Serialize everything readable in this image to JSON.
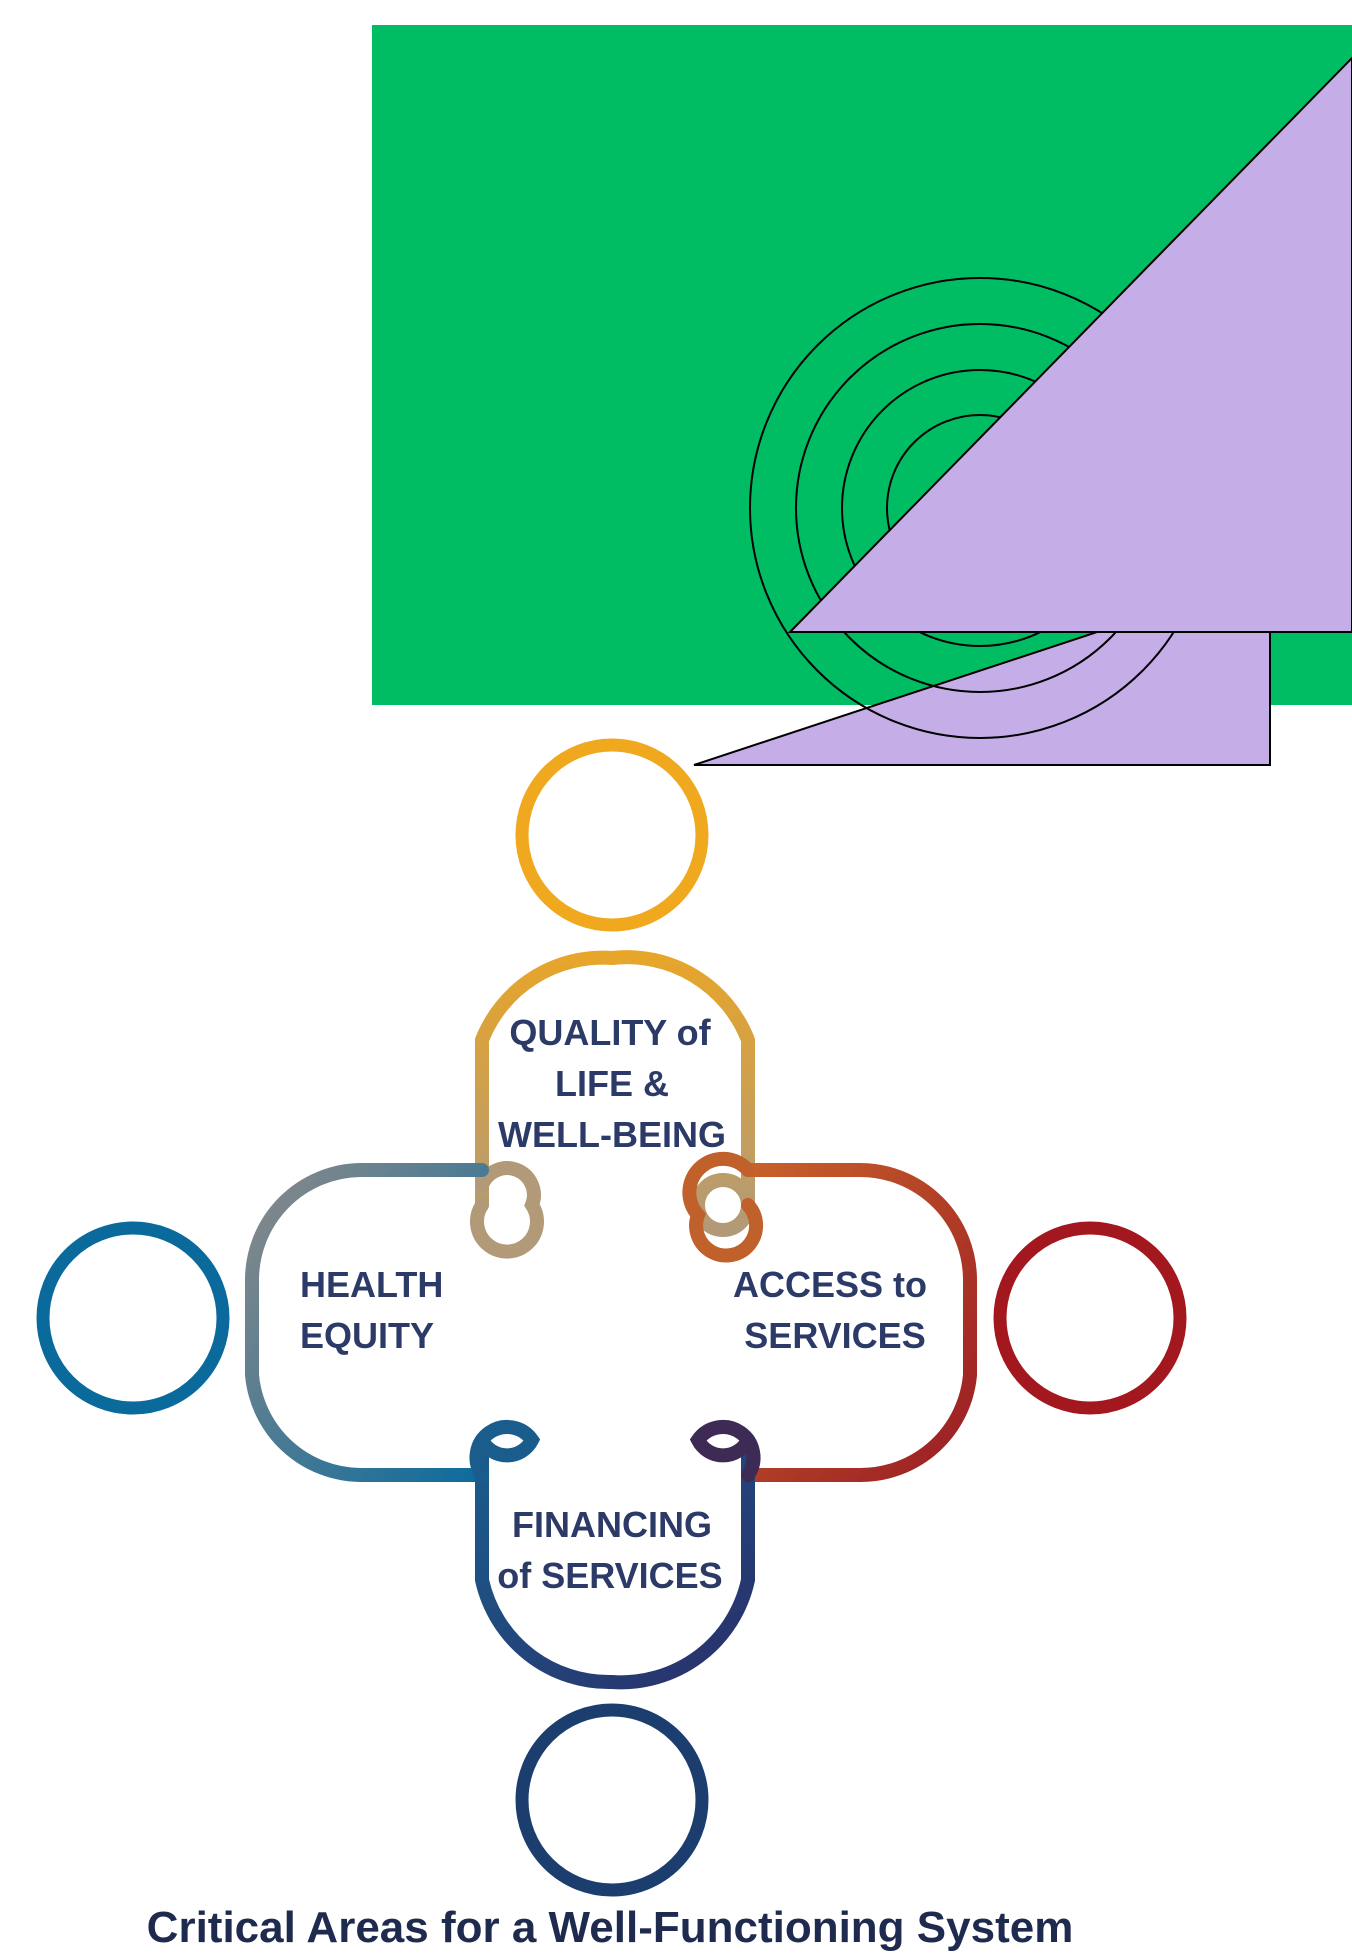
{
  "caption": "Critical Areas for a Well-Functioning System",
  "areas": {
    "quality": {
      "line1": "QUALITY of",
      "line2": "LIFE &",
      "line3": "WELL-BEING"
    },
    "equity": {
      "line1": "HEALTH",
      "line2": "EQUITY"
    },
    "access": {
      "line1": "ACCESS to",
      "line2": "SERVICES"
    },
    "financing": {
      "line1": "FINANCING",
      "line2": "of SERVICES"
    }
  },
  "colors": {
    "overlay_green": "#00bd63",
    "overlay_lavender": "#c5ade8",
    "quality": "#f0a81e",
    "quality_body": "#c49a5e",
    "equity": "#0a6a9c",
    "equity_body": "#7d8390",
    "access": "#a3171f",
    "access_body": "#c0602a",
    "financing": "#1c3e6e",
    "financing_body": "#3d2a55",
    "text": "#2b3a67"
  }
}
